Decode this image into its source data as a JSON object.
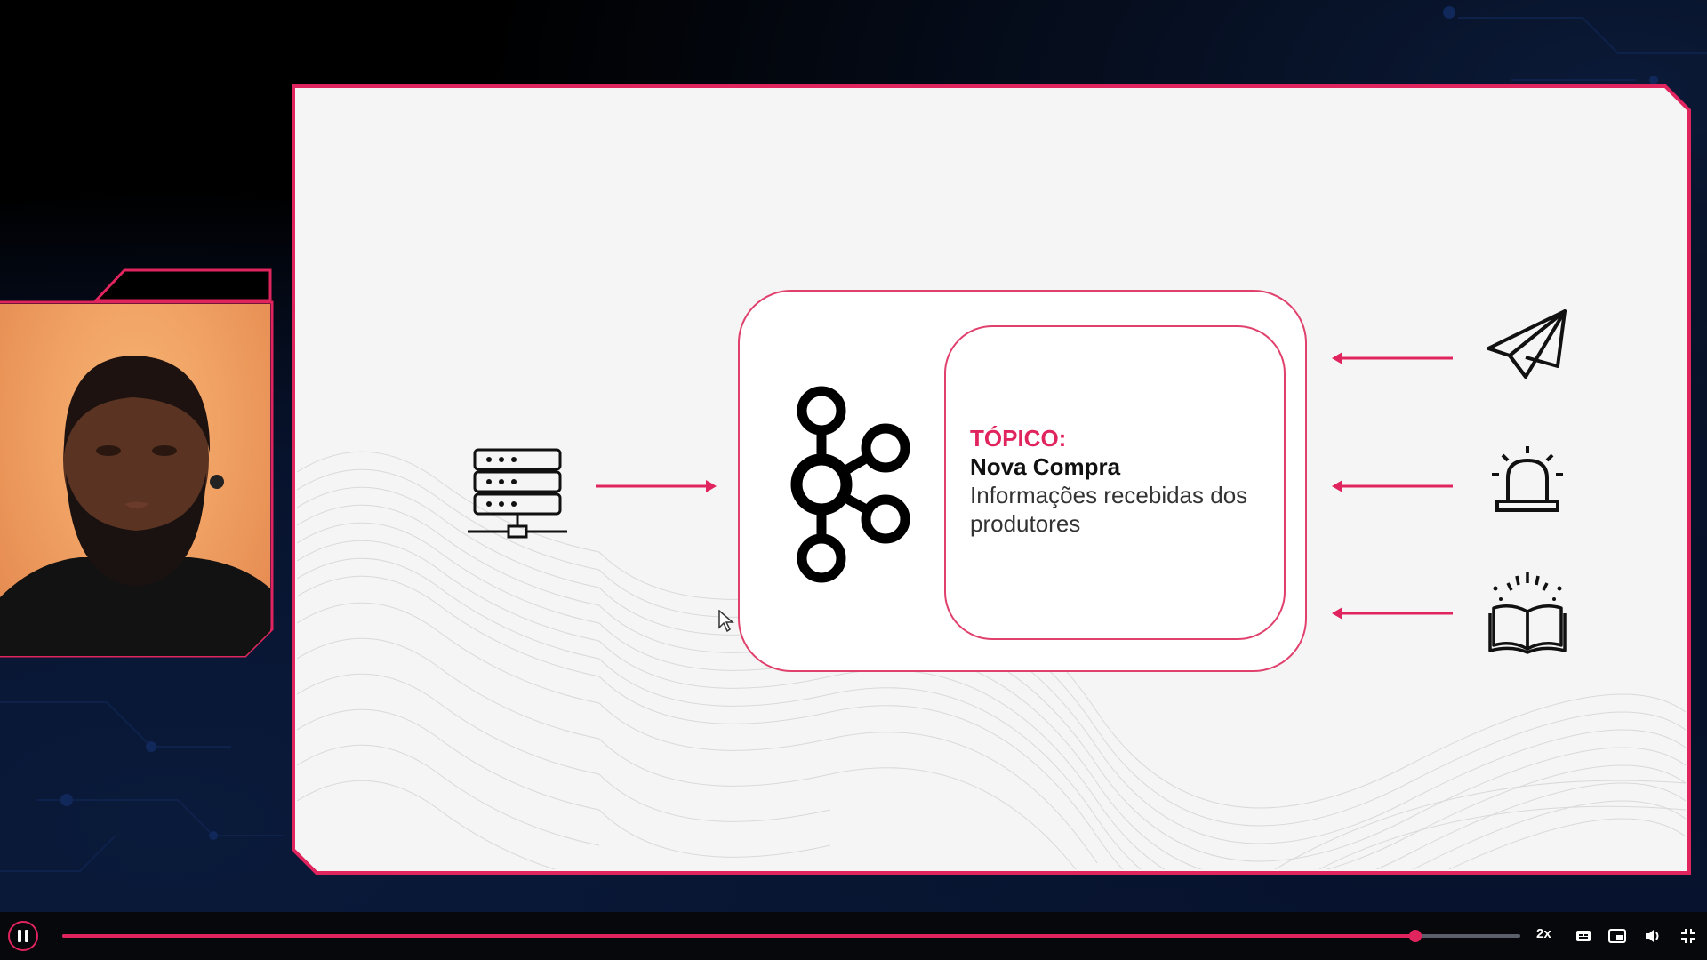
{
  "slide": {
    "topic_label": "TÓPICO:",
    "topic_name": "Nova Compra",
    "topic_description": "Informações recebidas dos produtores",
    "producer_icon": "server-icon",
    "broker_icon": "kafka-logo-icon",
    "consumer_icons": [
      "paper-plane-icon",
      "alarm-siren-icon",
      "open-book-icon"
    ]
  },
  "player": {
    "state": "playing",
    "progress": 0.928,
    "speed_label": "2x",
    "controls": [
      "pause-button",
      "subtitles-button",
      "picture-in-picture-button",
      "volume-button",
      "exit-fullscreen-button"
    ]
  },
  "colors": {
    "accent": "#e0245e",
    "slide_bg": "#f5f5f5",
    "control_bar": "#07080c"
  }
}
